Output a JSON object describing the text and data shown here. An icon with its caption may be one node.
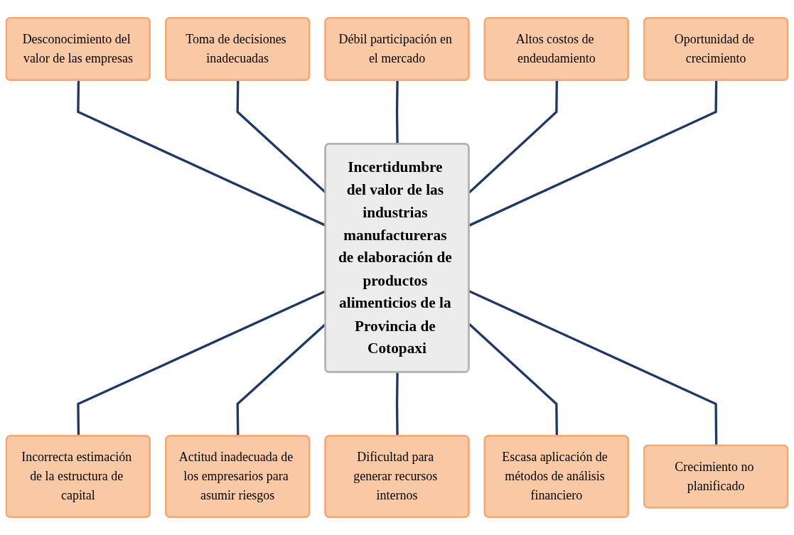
{
  "diagram": {
    "nodes": [
      {
        "text": [
          "Desconocimiento del valor de las empresas"
        ]
      },
      {
        "text": [
          "Toma de decisiones inadecuadas"
        ]
      },
      {
        "text": [
          "Débil participación en el mercado"
        ]
      },
      {
        "text": [
          "Altos costos de endeudamiento"
        ]
      },
      {
        "text": [
          "Oportunidad de crecimiento"
        ]
      },
      {
        "text": [
          "Incertidumbre del valor de las industrias manufactureras de elaboración de productos alimenticios de la Provincia de Cotopaxi"
        ]
      },
      {
        "text": [
          "Incorrecta estimación de la estructura de capital"
        ]
      },
      {
        "text": [
          "Actitud inadecuada de los empresarios para asumir riesgos"
        ]
      },
      {
        "text": [
          "Dificultad para generar recursos internos"
        ]
      },
      {
        "text": [
          "Escasa aplicación de métodos de análisis financiero"
        ]
      },
      {
        "text": [
          "Crecimiento no planificado"
        ]
      }
    ],
    "edges": [
      {
        "from": 0,
        "to": 5,
        "arrow": "none"
      },
      {
        "from": 1,
        "to": 5,
        "arrow": "none"
      },
      {
        "from": 2,
        "to": 5,
        "arrow": "none"
      },
      {
        "from": 3,
        "to": 5,
        "arrow": "none"
      },
      {
        "from": 4,
        "to": 5,
        "arrow": "none"
      },
      {
        "from": 5,
        "to": 6,
        "arrow": "none"
      },
      {
        "from": 5,
        "to": 7,
        "arrow": "none"
      },
      {
        "from": 5,
        "to": 8,
        "arrow": "none"
      },
      {
        "from": 5,
        "to": 9,
        "arrow": "none"
      },
      {
        "from": 5,
        "to": 10,
        "arrow": "none"
      }
    ]
  }
}
